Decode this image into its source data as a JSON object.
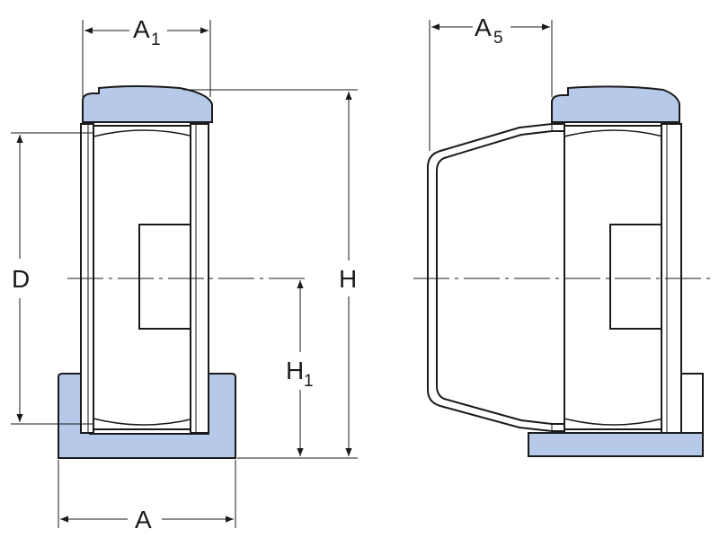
{
  "labels": {
    "a1": {
      "main": "A",
      "sub": "1"
    },
    "a5": {
      "main": "A",
      "sub": "5"
    },
    "d": "D",
    "h": "H",
    "h1": {
      "main": "H",
      "sub": "1"
    },
    "a": "A"
  },
  "colors": {
    "housing_fill": "#b7c9e8",
    "line": "#1a1a1a",
    "background": "#ffffff"
  }
}
